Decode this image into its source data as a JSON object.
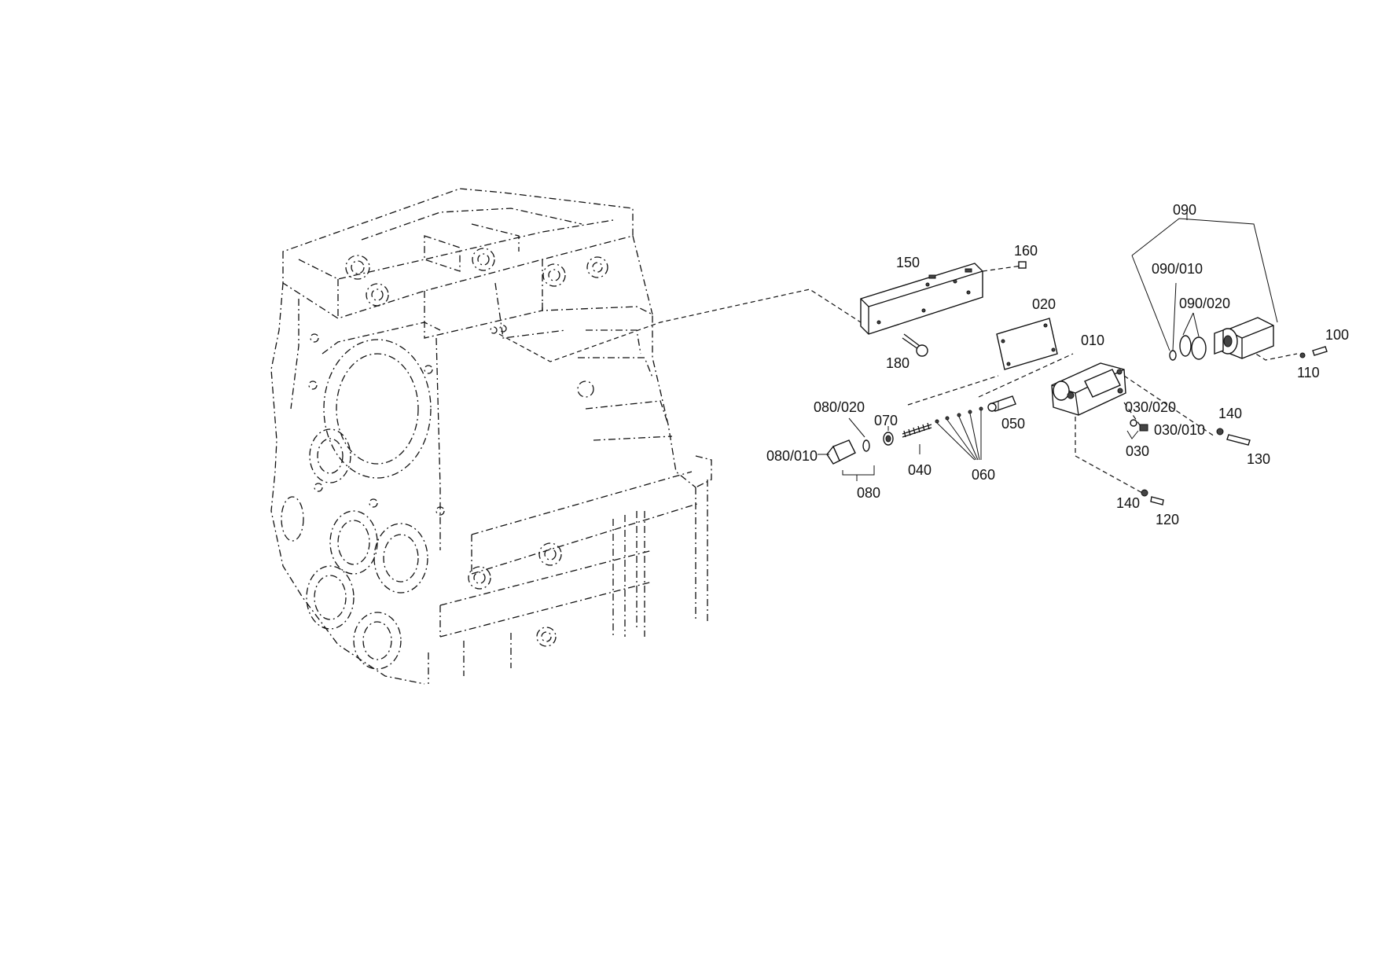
{
  "diagram": {
    "callouts": {
      "c090": "090",
      "c090_010": "090/010",
      "c090_020": "090/020",
      "c100": "100",
      "c110": "110",
      "c150": "150",
      "c160": "160",
      "c020": "020",
      "c010": "010",
      "c180": "180",
      "c080_020": "080/020",
      "c070": "070",
      "c080_010": "080/010",
      "c040": "040",
      "c060": "060",
      "c050": "050",
      "c080": "080",
      "c030_020": "030/020",
      "c030_010": "030/010",
      "c030": "030",
      "c140a": "140",
      "c130": "130",
      "c140b": "140",
      "c120": "120"
    }
  }
}
